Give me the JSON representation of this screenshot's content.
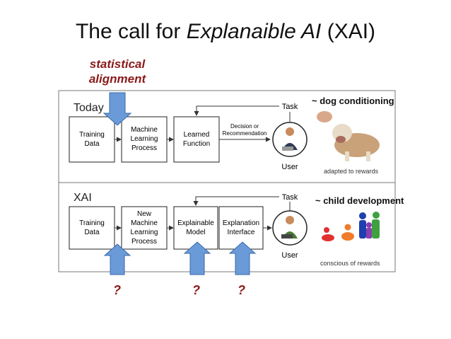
{
  "title": {
    "prefix": "The call for ",
    "emph": "Explanaible AI",
    "suffix": " (XAI)"
  },
  "annotations": {
    "statistical_alignment_line1": "statistical",
    "statistical_alignment_line2": "alignment",
    "question": "?"
  },
  "today": {
    "label": "Today",
    "boxes": [
      {
        "lines": [
          "Training",
          "Data"
        ]
      },
      {
        "lines": [
          "Machine",
          "Learning",
          "Process"
        ]
      },
      {
        "lines": [
          "Learned",
          "Function"
        ]
      }
    ],
    "decision": [
      "Decision or",
      "Recommendation"
    ],
    "task": "Task",
    "user": "User",
    "note": "~ dog conditioning",
    "caption": "adapted to rewards"
  },
  "xai": {
    "label": "XAI",
    "boxes": [
      {
        "lines": [
          "Training",
          "Data"
        ]
      },
      {
        "lines": [
          "New",
          "Machine",
          "Learning",
          "Process"
        ]
      },
      {
        "lines": [
          "Explainable",
          "Model"
        ]
      },
      {
        "lines": [
          "Explanation",
          "Interface"
        ]
      }
    ],
    "task": "Task",
    "user": "User",
    "note": "~ child development",
    "caption": "conscious of rewards"
  },
  "colors": {
    "arrow_fill": "#6a9bd8",
    "arrow_stroke": "#3b6aa8",
    "red_text": "#8b1a1a",
    "panel_border": "#777777"
  }
}
